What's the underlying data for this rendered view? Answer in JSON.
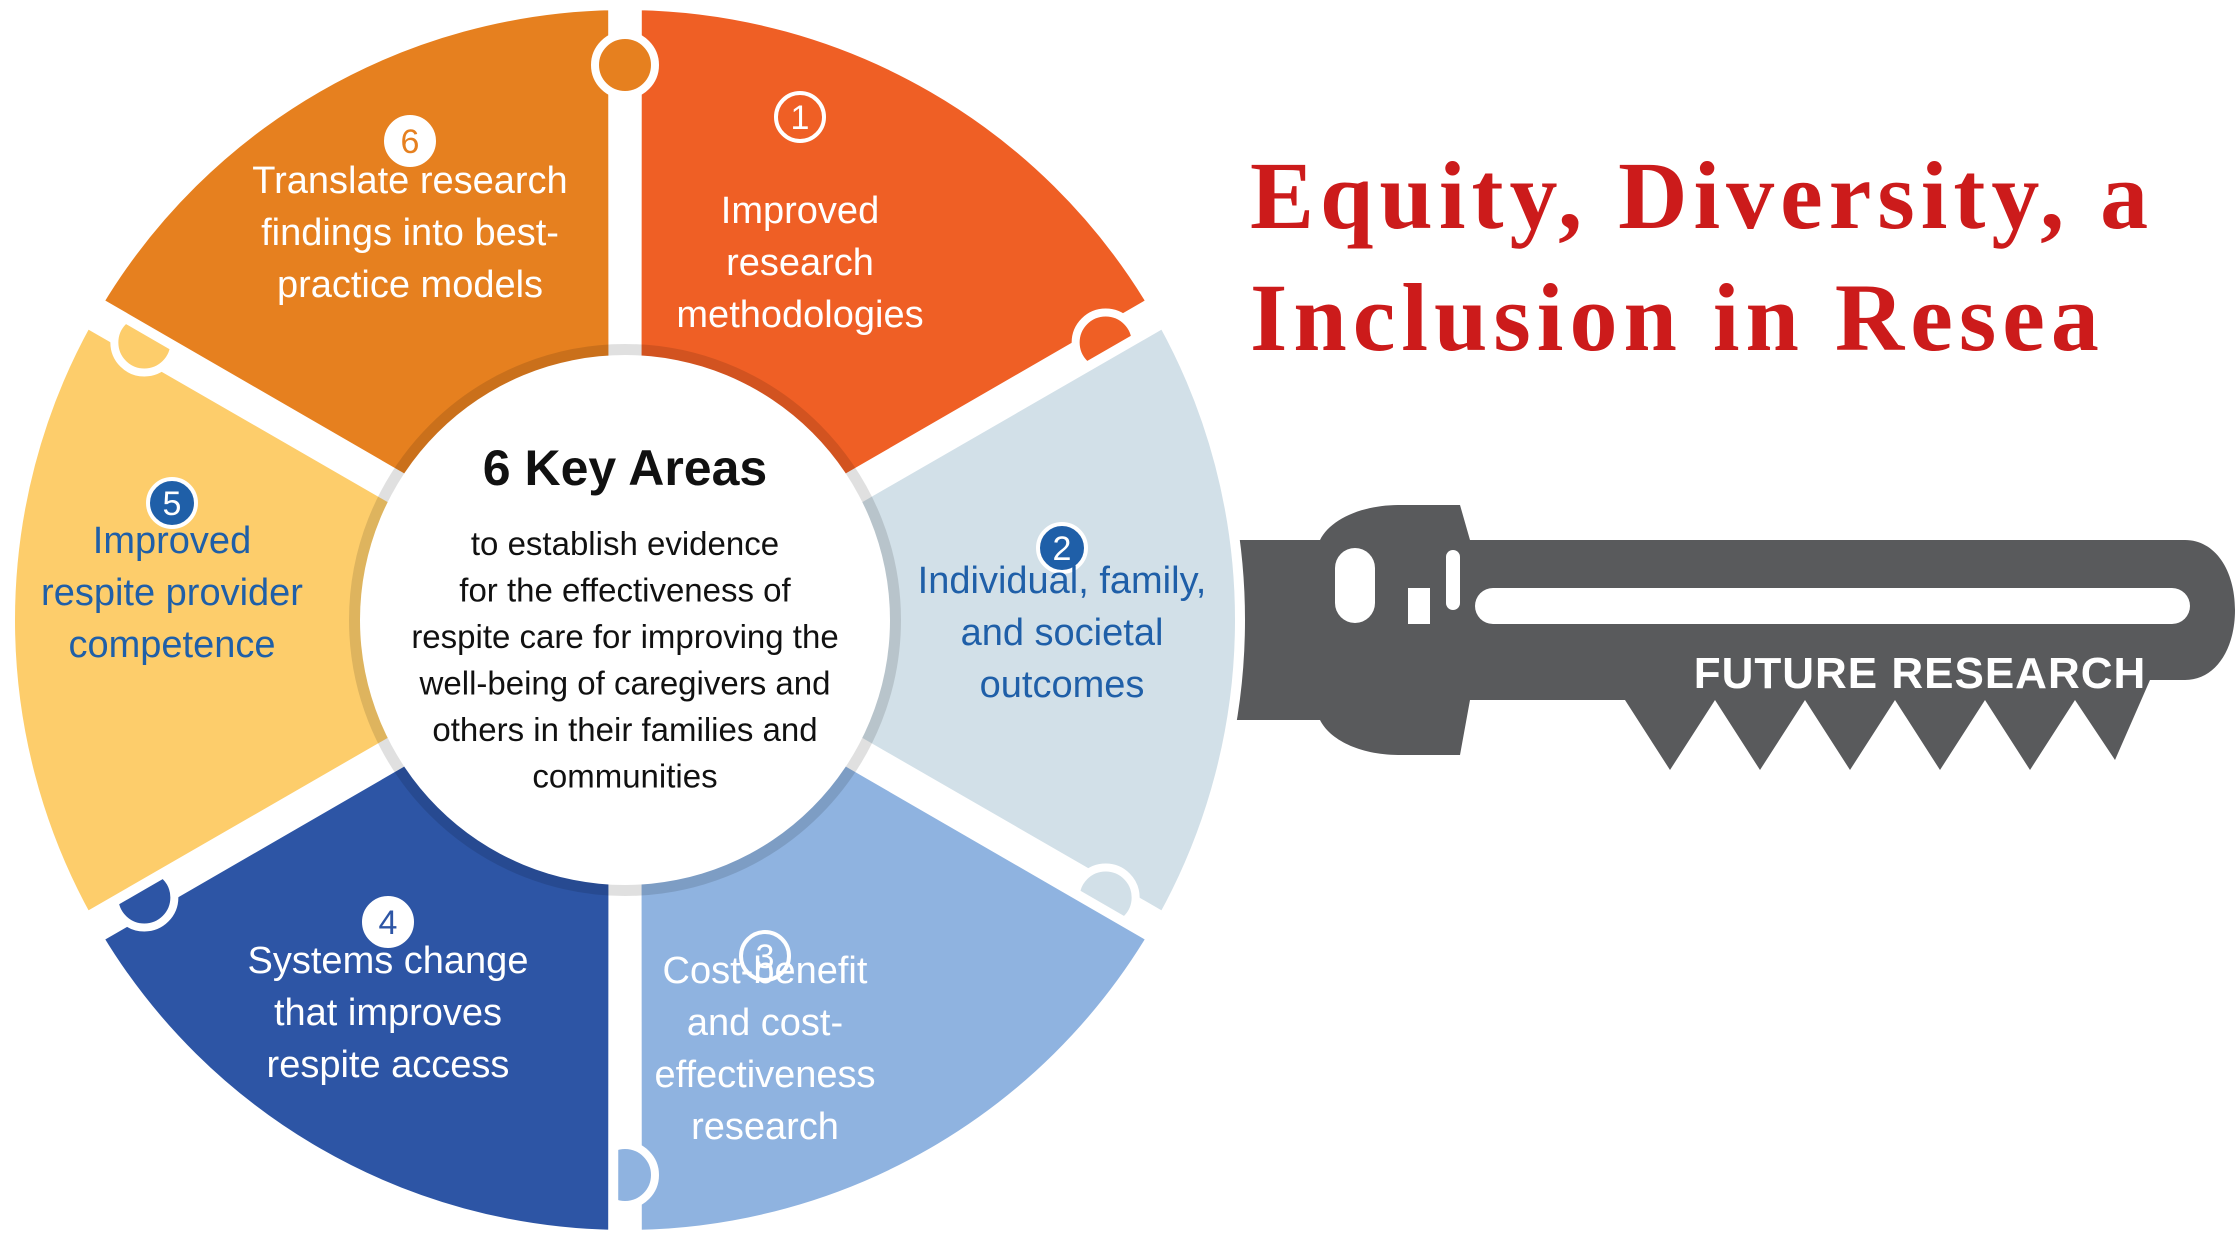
{
  "title": {
    "line1": "Equity, Diversity, a",
    "line2": "Inclusion in Resea"
  },
  "center": {
    "heading": "6 Key Areas",
    "lines": [
      "to establish evidence",
      "for the effectiveness of",
      "respite care for improving the",
      "well-being of caregivers and",
      "others in their families and",
      "communities"
    ]
  },
  "segments": [
    {
      "number": "1",
      "color": "#ef5f25",
      "text_color": "#ffffff",
      "badge_style": "outline",
      "lines": [
        "Improved",
        "research",
        "methodologies"
      ]
    },
    {
      "number": "2",
      "color": "#d2e0e8",
      "text_color": "#1f5fa8",
      "badge_style": "filled",
      "lines": [
        "Individual, family,",
        "and societal",
        "outcomes"
      ]
    },
    {
      "number": "3",
      "color": "#8fb3e0",
      "text_color": "#ffffff",
      "badge_style": "outline",
      "lines": [
        "Cost-benefit",
        "and cost-",
        "effectiveness",
        "research"
      ]
    },
    {
      "number": "4",
      "color": "#2d55a5",
      "text_color": "#ffffff",
      "badge_style": "white",
      "lines": [
        "Systems change",
        "that improves",
        "respite access"
      ]
    },
    {
      "number": "5",
      "color": "#fdcd6b",
      "text_color": "#1f5fa8",
      "badge_style": "filled",
      "lines": [
        "Improved",
        "respite provider",
        "competence"
      ]
    },
    {
      "number": "6",
      "color": "#e6801f",
      "text_color": "#ffffff",
      "badge_style": "white",
      "lines": [
        "Translate research",
        "findings into best-",
        "practice models"
      ]
    }
  ],
  "key": {
    "label": "FUTURE RESEARCH",
    "color": "#595a5c"
  }
}
